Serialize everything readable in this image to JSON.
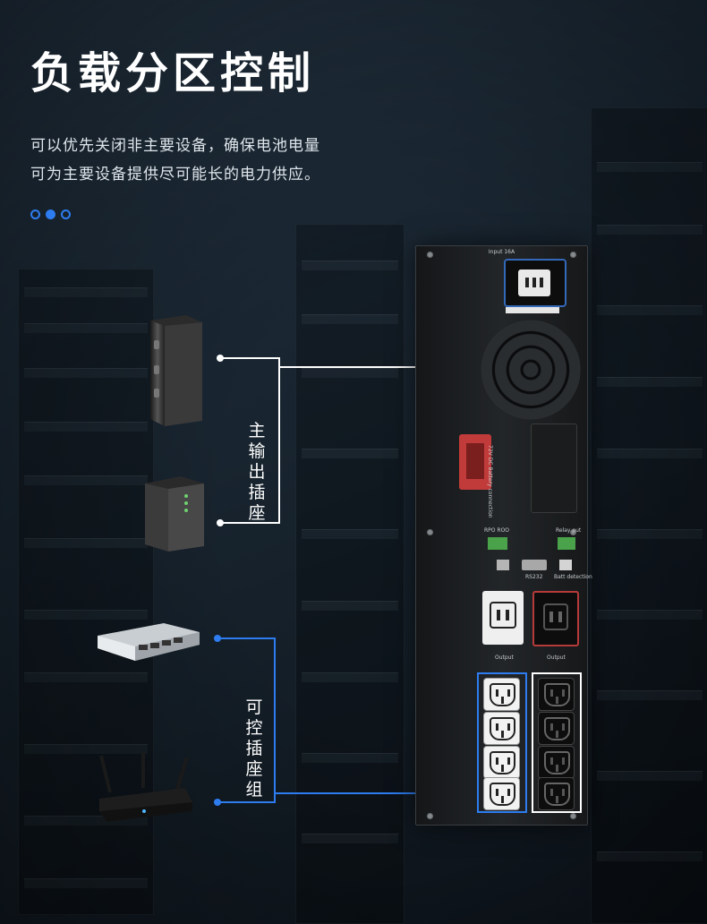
{
  "header": {
    "title": "负载分区控制",
    "description_line1": "可以优先关闭非主要设备，确保电池电量",
    "description_line2": "可为主要设备提供尽可能长的电力供应。"
  },
  "pager": {
    "total": 3,
    "active_index": 1
  },
  "groups": {
    "main_outlets_label": "主输出插座",
    "controllable_outlets_label": "可控插座组"
  },
  "ups_panel": {
    "input_label": "Input 16A",
    "rpo_label": "RPO ROO",
    "relay_label": "Relay out",
    "rs232_label": "RS232",
    "batt_label": "Batt detection",
    "output_label": "Output",
    "output_label_2": "Output",
    "battery_warning": "72V DC Battery connection"
  },
  "colors": {
    "main_group_line": "#ffffff",
    "controllable_group_line": "#2d7cf0",
    "accent_dot": "#2d7cf0"
  }
}
